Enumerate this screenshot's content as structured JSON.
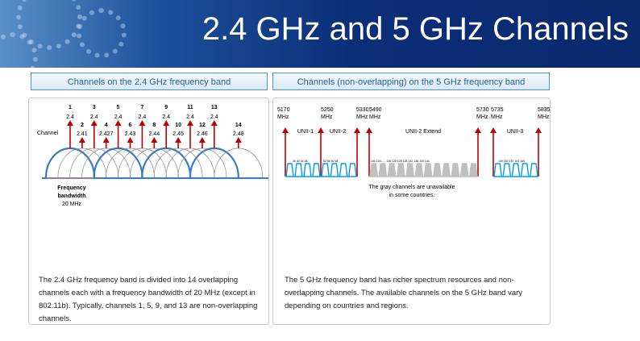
{
  "title": "2.4 GHz and 5 GHz Channels",
  "left": {
    "heading": "Channels on the 2.4 GHz frequency band",
    "channel_label": "Channel",
    "channels": [
      {
        "n": "1",
        "f": "2.4"
      },
      {
        "n": "2",
        "f": "2.41"
      },
      {
        "n": "3",
        "f": "2.4"
      },
      {
        "n": "4",
        "f": "2.427"
      },
      {
        "n": "5",
        "f": "2.4"
      },
      {
        "n": "6",
        "f": "2.43"
      },
      {
        "n": "7",
        "f": "2.4"
      },
      {
        "n": "8",
        "f": "2.44"
      },
      {
        "n": "9",
        "f": "2.4"
      },
      {
        "n": "10",
        "f": "2.45"
      },
      {
        "n": "11",
        "f": "2.4"
      },
      {
        "n": "12",
        "f": "2.46"
      },
      {
        "n": "13",
        "f": "2.4"
      },
      {
        "n": "14",
        "f": "2.48"
      }
    ],
    "non_overlapping": [
      "1",
      "5",
      "9",
      "13"
    ],
    "bw_line1": "Frequency",
    "bw_line2": "bandwidth",
    "bw_value": "20 MHz",
    "description": "The 2.4 GHz frequency band is divided into 14 overlapping channels each with a frequency bandwidth of 20 MHz (except in 802.11b). Typically, channels 1, 5, 9, and 13 are non-overlapping channels."
  },
  "right": {
    "heading": "Channels (non-overlapping) on the 5 GHz frequency band",
    "freqs": [
      {
        "v": "5170",
        "u": "MHz"
      },
      {
        "v": "5250",
        "u": "MHz"
      },
      {
        "v": "5330",
        "u": "MHz"
      },
      {
        "v": "5490",
        "u": "MHz"
      },
      {
        "v": "5730",
        "u": "MHz"
      },
      {
        "v": "5735",
        "u": "MHz"
      },
      {
        "v": "5835",
        "u": "MHz"
      }
    ],
    "bands": [
      "UNII-1",
      "UNII-2",
      "UNII-2 Extend",
      "UNII-3"
    ],
    "unii1_channels": "36  40  44  48",
    "unii2_channels": "52  56  60  64",
    "unii2e_channels": "100 104...... 116 120 128 128 132 136 140 144",
    "unii3_channels": "149 153 157 161 165",
    "note_line1": "The gray channels are unavailable",
    "note_line2": "in some countries.",
    "description": "The 5 GHz frequency band has richer spectrum resources and non-overlapping channels. The available channels on the 5 GHz band vary depending on countries and regions."
  },
  "colors": {
    "arrow": "#c00000",
    "blue": "#3a7cc2",
    "cyan": "#00a0e6",
    "gray": "#bfbfbf"
  }
}
